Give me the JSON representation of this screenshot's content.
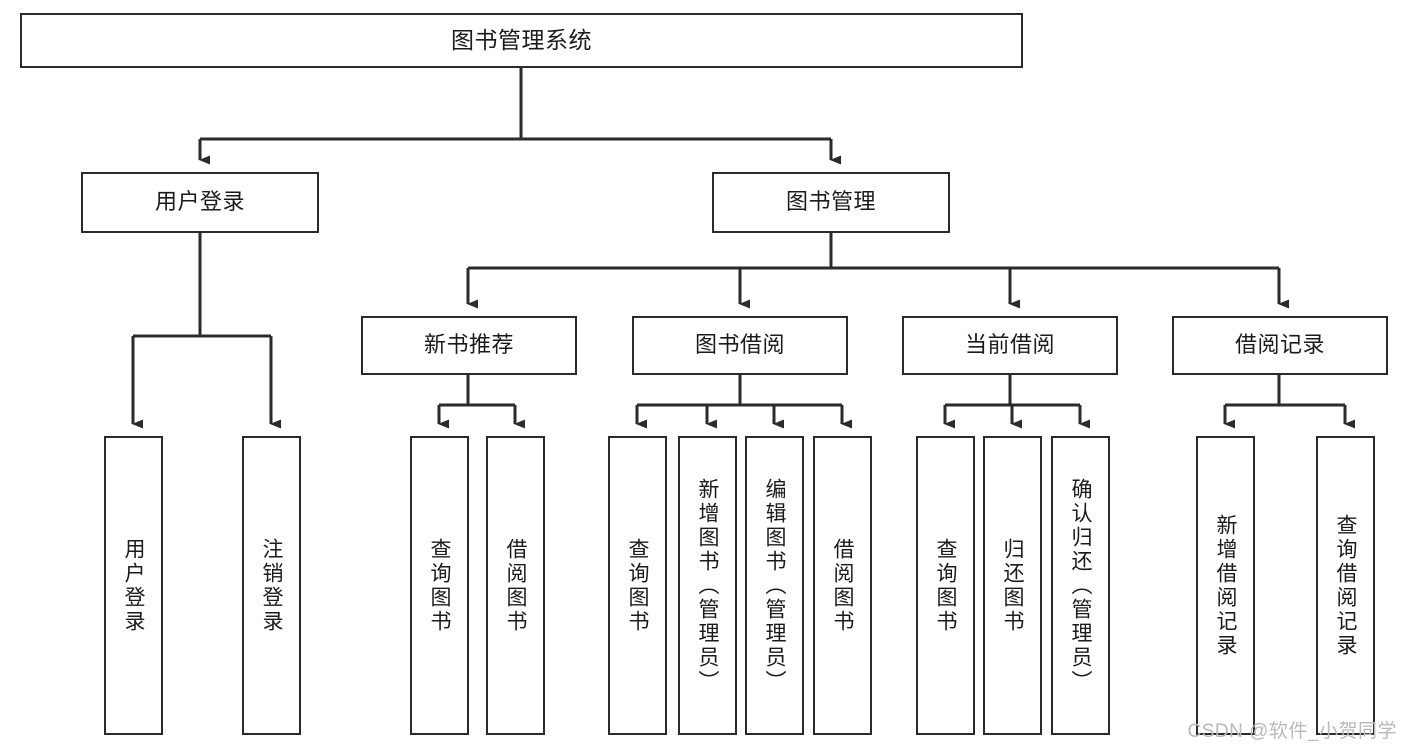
{
  "diagram": {
    "title": "图书管理系统",
    "watermark": "CSDN @软件_小贺同学",
    "type": "tree-hierarchy",
    "root": {
      "label": "图书管理系统"
    },
    "level1": [
      {
        "label": "用户登录"
      },
      {
        "label": "图书管理"
      }
    ],
    "level2": [
      {
        "label": "新书推荐"
      },
      {
        "label": "图书借阅"
      },
      {
        "label": "当前借阅"
      },
      {
        "label": "借阅记录"
      }
    ],
    "leaves": {
      "user_login": [
        {
          "label": "用户登录"
        },
        {
          "label": "注销登录"
        }
      ],
      "new_book_recommend": [
        {
          "label": "查询图书"
        },
        {
          "label": "借阅图书"
        }
      ],
      "book_borrow": [
        {
          "label": "查询图书"
        },
        {
          "label": "新增图书（管理员）"
        },
        {
          "label": "编辑图书（管理员）"
        },
        {
          "label": "借阅图书"
        }
      ],
      "current_borrow": [
        {
          "label": "查询图书"
        },
        {
          "label": "归还图书"
        },
        {
          "label": "确认归还（管理员）"
        }
      ],
      "borrow_record": [
        {
          "label": "新增借阅记录"
        },
        {
          "label": "查询借阅记录"
        }
      ]
    },
    "colors": {
      "stroke": "#2b2b2b",
      "background": "#ffffff",
      "text": "#1b1b1b",
      "watermark": "#b9b9b9"
    }
  }
}
